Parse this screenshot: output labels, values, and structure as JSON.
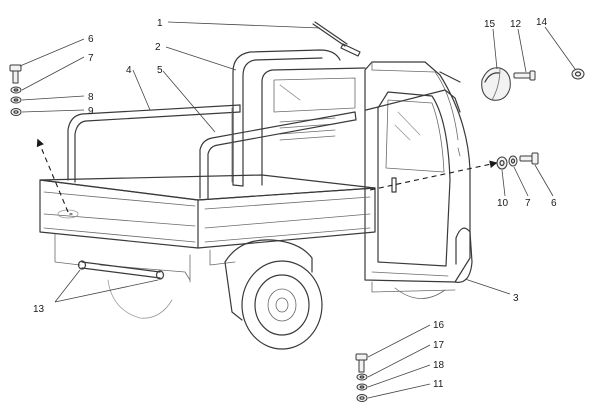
{
  "figure": {
    "callouts": {
      "c1": "1",
      "c2": "2",
      "c3": "3",
      "c4": "4",
      "c5": "5",
      "c6a": "6",
      "c7a": "7",
      "c8": "8",
      "c9": "9",
      "c12": "12",
      "c14": "14",
      "c15": "15",
      "c10": "10",
      "c7b": "7",
      "c6b": "6",
      "c13": "13",
      "c16": "16",
      "c17": "17",
      "c18": "18",
      "c11": "11"
    }
  }
}
